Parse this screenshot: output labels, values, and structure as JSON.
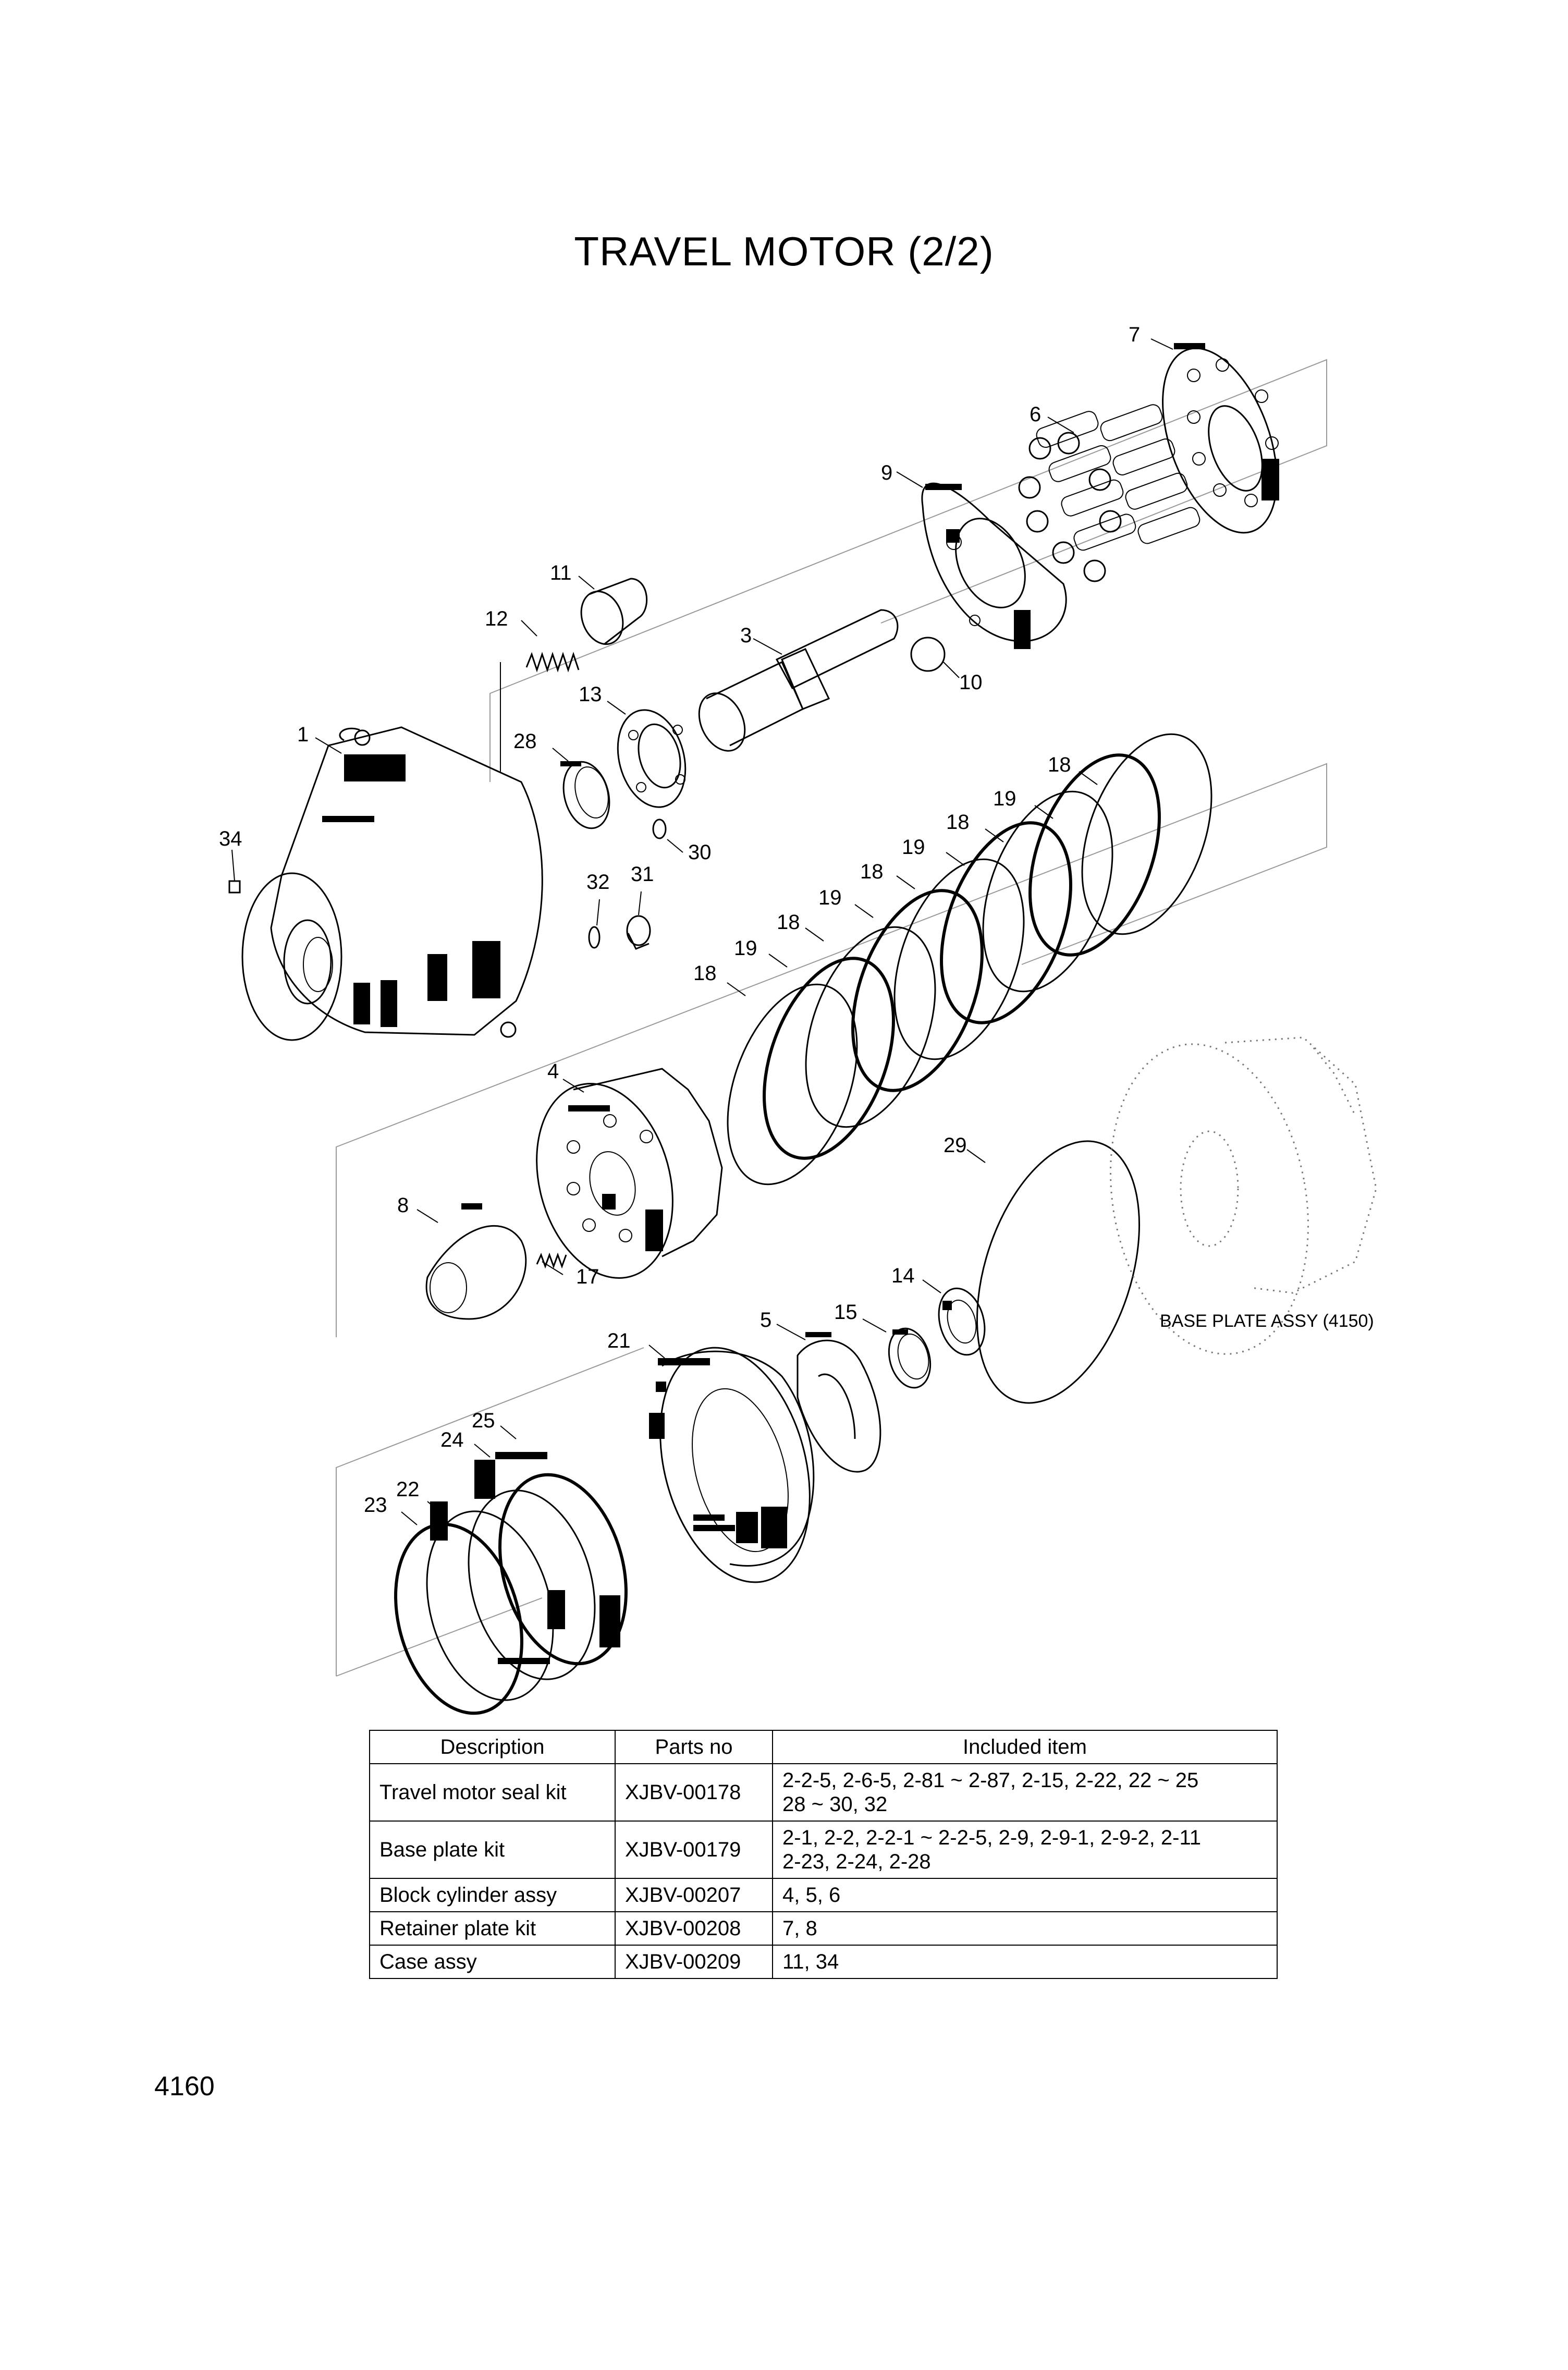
{
  "page": {
    "title": "TRAVEL MOTOR (2/2)",
    "page_number": "4160"
  },
  "diagram": {
    "callouts": [
      "1",
      "3",
      "4",
      "5",
      "6",
      "7",
      "8",
      "9",
      "10",
      "11",
      "12",
      "13",
      "14",
      "15",
      "17",
      "18",
      "18",
      "18",
      "18",
      "18",
      "19",
      "19",
      "19",
      "19",
      "21",
      "22",
      "23",
      "24",
      "25",
      "28",
      "29",
      "30",
      "31",
      "32",
      "34"
    ],
    "reference_label": "BASE PLATE ASSY (4150)"
  },
  "parts_table": {
    "headers": [
      "Description",
      "Parts no",
      "Included item"
    ],
    "rows": [
      {
        "description": "Travel motor seal kit",
        "parts_no": "XJBV-00178",
        "included_item": "2-2-5, 2-6-5, 2-81 ~ 2-87, 2-15, 2-22, 22 ~ 25\n28 ~ 30, 32"
      },
      {
        "description": "Base plate kit",
        "parts_no": "XJBV-00179",
        "included_item": "2-1, 2-2, 2-2-1 ~ 2-2-5, 2-9, 2-9-1, 2-9-2, 2-11\n2-23, 2-24, 2-28"
      },
      {
        "description": "Block cylinder assy",
        "parts_no": "XJBV-00207",
        "included_item": "4, 5, 6"
      },
      {
        "description": "Retainer plate kit",
        "parts_no": "XJBV-00208",
        "included_item": "7, 8"
      },
      {
        "description": "Case assy",
        "parts_no": "XJBV-00209",
        "included_item": "11, 34"
      }
    ]
  }
}
